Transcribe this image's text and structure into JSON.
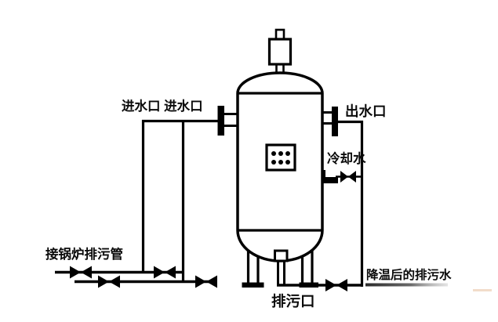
{
  "diagram": {
    "kind": "piping-diagram",
    "background_color": "#ffffff",
    "line_color": "#000000",
    "underline_fade_color": "#9a9a9a",
    "artifact_color": "#d99a66"
  },
  "labels": {
    "inlet_ports": "进水口 进水口",
    "outlet_port": "出水口",
    "cooling_water": "冷却水",
    "boiler_blowdown_pipe": "接锅炉排污管",
    "cooled_blowdown_water": "降温后的排污水",
    "drain_port": "排污口"
  },
  "symbols": {
    "valve": "bowtie-valve",
    "flange": "solid-bar-flange",
    "manhole": "plate-with-6-bolt-dots",
    "vent": "boxed-vent-stack"
  },
  "counts": {
    "valves": 6,
    "inlet_risers": 2,
    "legs": 2
  }
}
